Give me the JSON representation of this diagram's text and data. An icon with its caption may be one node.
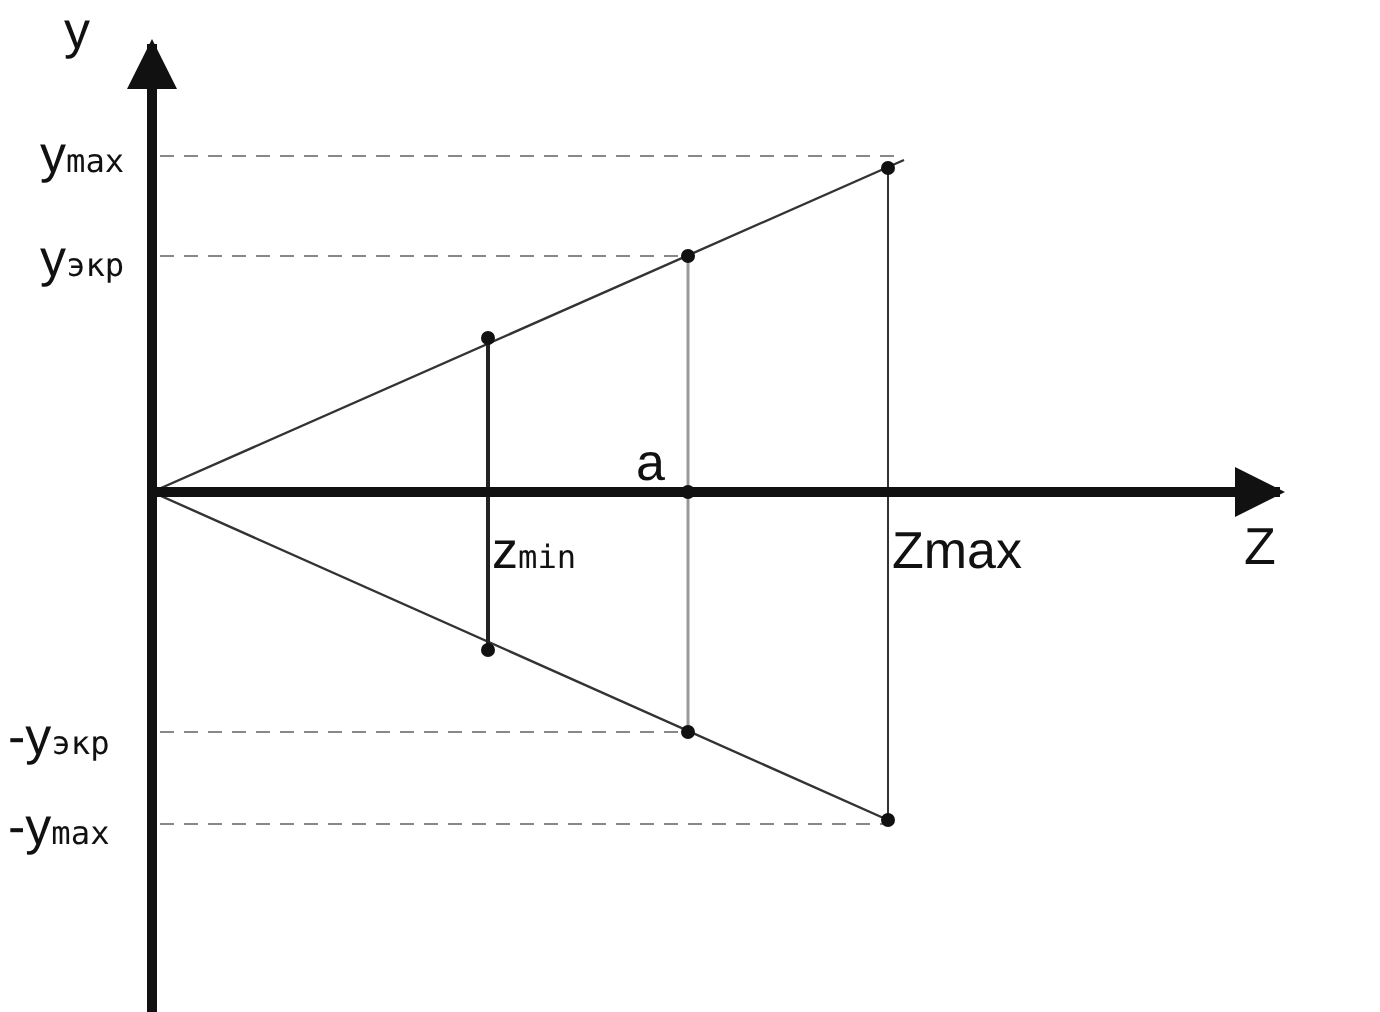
{
  "diagram": {
    "labels": [
      "y",
      "y$_{max}$",
      "y$_{экр}$",
      "a",
      "z$_{min}$",
      "Zmax",
      "Z",
      "-y$_{экр}$",
      "-y$_{max}$"
    ]
  }
}
